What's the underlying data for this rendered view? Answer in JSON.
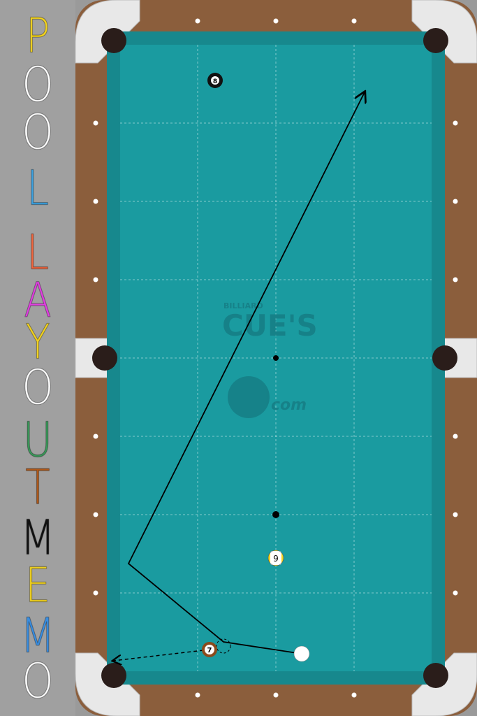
{
  "sidebar": {
    "letters": [
      {
        "char": "P",
        "color": "#f2d321"
      },
      {
        "char": "O",
        "color": "#ffffff"
      },
      {
        "char": "O",
        "color": "#ffffff"
      },
      {
        "char": "L",
        "color": "#3aa0e0"
      },
      {
        "char": "L",
        "color": "#f0643c"
      },
      {
        "char": "A",
        "color": "#e040e0"
      },
      {
        "char": "Y",
        "color": "#f2d321"
      },
      {
        "char": "O",
        "color": "#ffffff"
      },
      {
        "char": "U",
        "color": "#3a9a5a"
      },
      {
        "char": "T",
        "color": "#b05818"
      },
      {
        "char": "M",
        "color": "#111111"
      },
      {
        "char": "E",
        "color": "#f2d321"
      },
      {
        "char": "M",
        "color": "#3a8ee0"
      },
      {
        "char": "O",
        "color": "#ffffff"
      }
    ]
  },
  "table": {
    "cloth_color": "#1a9ba0",
    "rail_color": "#8b5e3c",
    "watermark_line1": "BILLIARD",
    "watermark_line2": "CUE'S",
    "watermark_line3": "com"
  },
  "balls": {
    "eight": {
      "label": "8"
    },
    "nine": {
      "label": "9"
    },
    "seven": {
      "label": "7"
    },
    "cue": {
      "label": ""
    }
  }
}
